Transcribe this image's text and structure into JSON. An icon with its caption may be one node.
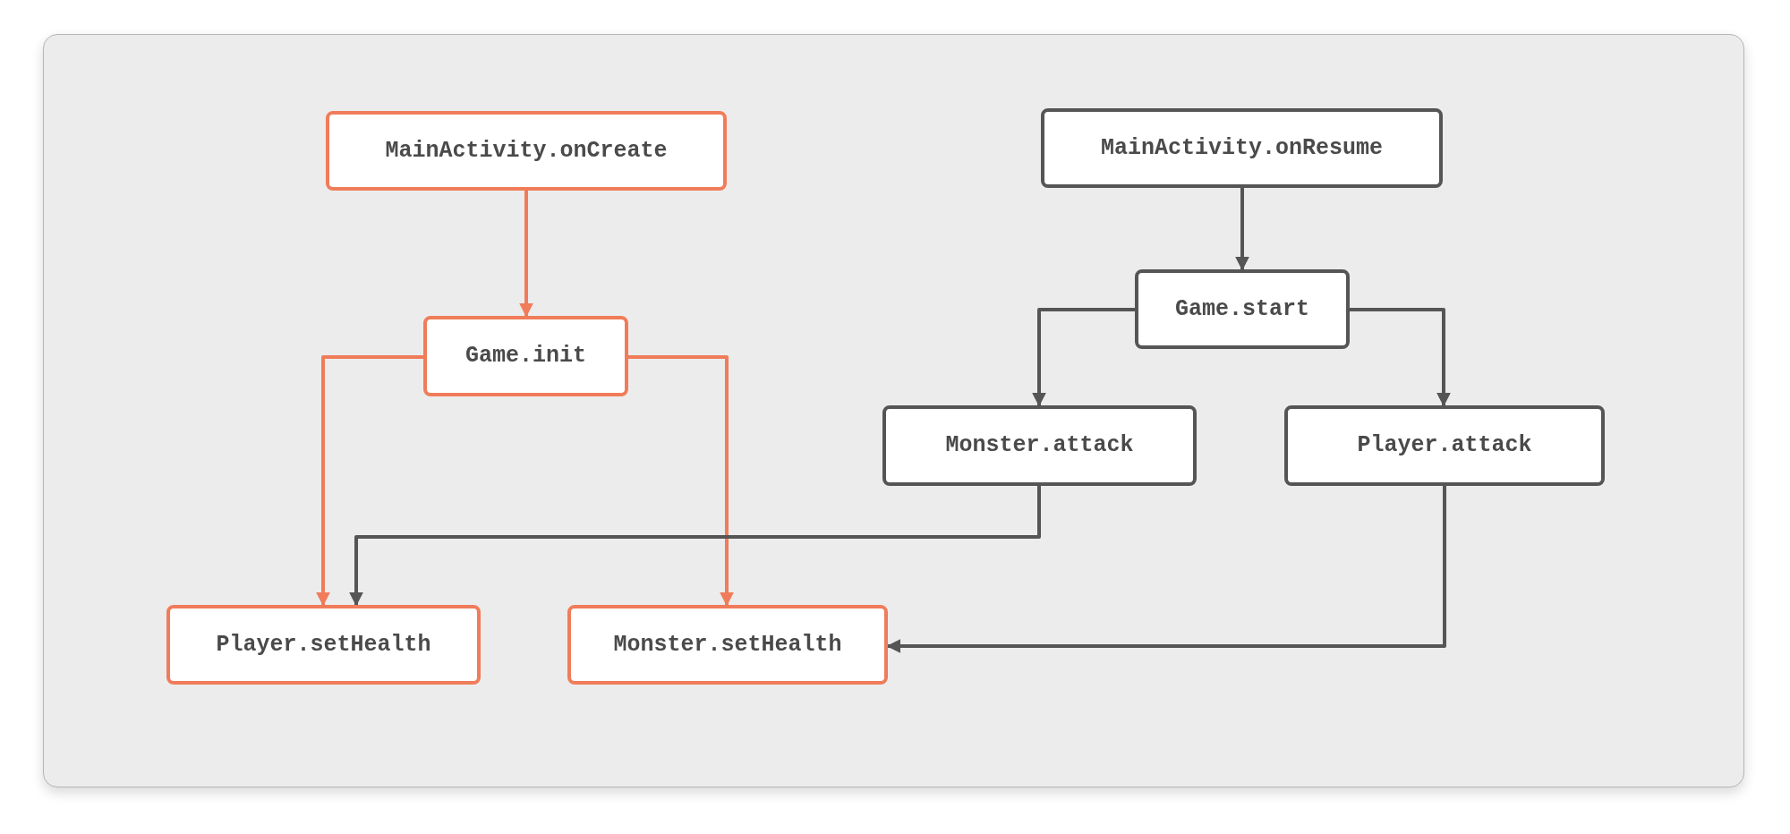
{
  "diagram": {
    "nodes": [
      {
        "text": [
          "MainActivity.onCreate"
        ]
      },
      {
        "text": [
          "Game.init"
        ]
      },
      {
        "text": [
          "Player.setHealth"
        ]
      },
      {
        "text": [
          "Monster.setHealth"
        ]
      },
      {
        "text": [
          "MainActivity.onResume"
        ]
      },
      {
        "text": [
          "Game.start"
        ]
      },
      {
        "text": [
          "Monster.attack"
        ]
      },
      {
        "text": [
          "Player.attack"
        ]
      }
    ],
    "edges": [
      {
        "from": 0,
        "to": 1,
        "arrow": "to",
        "color": "#f07c5a"
      },
      {
        "from": 1,
        "to": 2,
        "arrow": "to",
        "color": "#f07c5a"
      },
      {
        "from": 1,
        "to": 3,
        "arrow": "to",
        "color": "#f07c5a"
      },
      {
        "from": 4,
        "to": 5,
        "arrow": "to"
      },
      {
        "from": 5,
        "to": 6,
        "arrow": "to"
      },
      {
        "from": 5,
        "to": 7,
        "arrow": "to"
      },
      {
        "from": 6,
        "to": 2,
        "arrow": "to"
      },
      {
        "from": 7,
        "to": 3,
        "arrow": "to"
      }
    ]
  }
}
